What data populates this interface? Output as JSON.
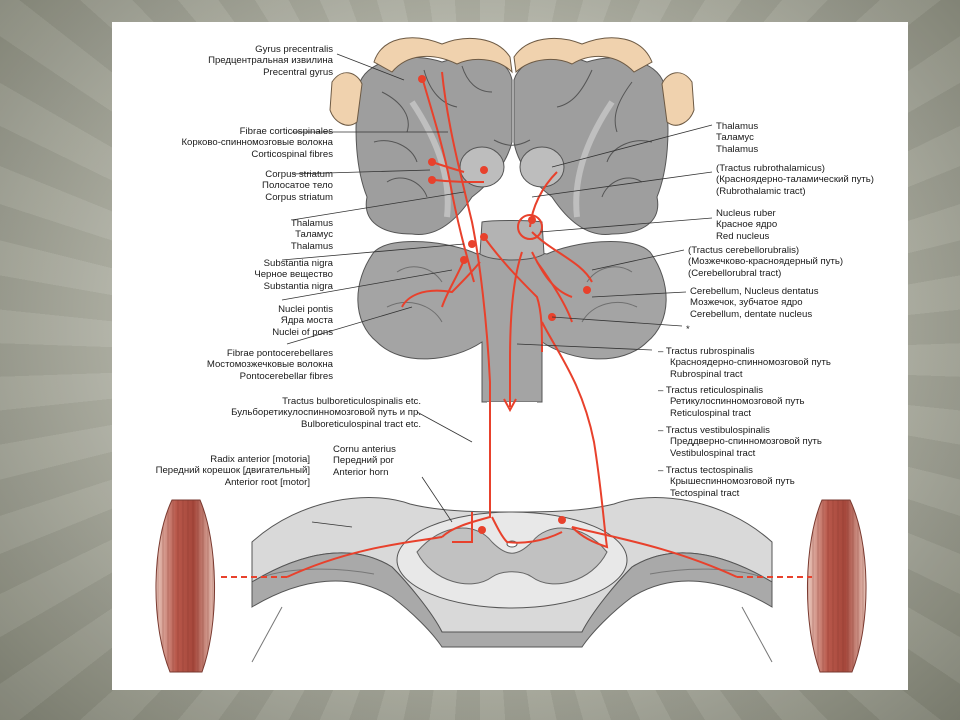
{
  "labels_left": {
    "precentral": [
      "Gyrus precentralis",
      "Предцентральная извилина",
      "Precentral gyrus"
    ],
    "corticospinal": [
      "Fibrae corticospinales",
      "Корково-спинномозговые волокна",
      "Corticospinal fibres"
    ],
    "striatum": [
      "Corpus striatum",
      "Полосатое тело",
      "Corpus striatum"
    ],
    "thalamus_left": [
      "Thalamus",
      "Таламус",
      "Thalamus"
    ],
    "nigra": [
      "Substantia nigra",
      "Черное вещество",
      "Substantia nigra"
    ],
    "pontis": [
      "Nuclei pontis",
      "Ядра моста",
      "Nuclei of pons"
    ],
    "pontocerebellar": [
      "Fibrae pontocerebellares",
      "Мостомозжечковые волокна",
      "Pontocerebellar fibres"
    ],
    "bulboreticulo": [
      "Tractus bulboreticulospinalis etc.",
      "Бульборетикулоспинномозговой путь и пр.",
      "Bulboreticulospinal tract etc."
    ],
    "radix": [
      "Radix anterior [motoria]",
      "Передний корешок [двигательный]",
      "Anterior root [motor]"
    ],
    "cornu": [
      "Cornu anterius",
      "Передний рог",
      "Anterior horn"
    ]
  },
  "labels_right": {
    "thalamus_right": [
      "Thalamus",
      "Таламус",
      "Thalamus"
    ],
    "rubrothalamic": [
      "(Tractus rubrothalamicus)",
      "(Красноядерно-таламический путь)",
      "(Rubrothalamic tract)"
    ],
    "ruber": [
      "Nucleus ruber",
      "Красное ядро",
      "Red nucleus"
    ],
    "cerebellorubral": [
      "(Tractus cerebellorubralis)",
      "(Мозжечково-красноядерный путь)",
      "(Cerebellorubral tract)"
    ],
    "dentatus": [
      "Cerebellum, Nucleus dentatus",
      "Мозжечок, зубчатое ядро",
      "Cerebellum, dentate nucleus"
    ],
    "asterisk": "*",
    "rubrospinal": [
      "– Tractus rubrospinalis",
      "Красноядерно-спинномозговой путь",
      "Rubrospinal tract"
    ],
    "reticulospinal": [
      "– Tractus reticulospinalis",
      "Ретикулоспинномозговой путь",
      "Reticulospinal tract"
    ],
    "vestibulospinal": [
      "– Tractus vestibulospinalis",
      "Преддверно-спинномозговой путь",
      "Vestibulospinal tract"
    ],
    "tectospinal": [
      "– Tractus tectospinalis",
      "Крышеспинномозговой путь",
      "Tectospinal tract"
    ]
  },
  "colors": {
    "pathway": "#e8412c",
    "brain_gray": "#9c9c9c",
    "brain_dark": "#7d7d7d",
    "muscle": "#b8574a",
    "cord_gray": "#c9c9c9"
  }
}
